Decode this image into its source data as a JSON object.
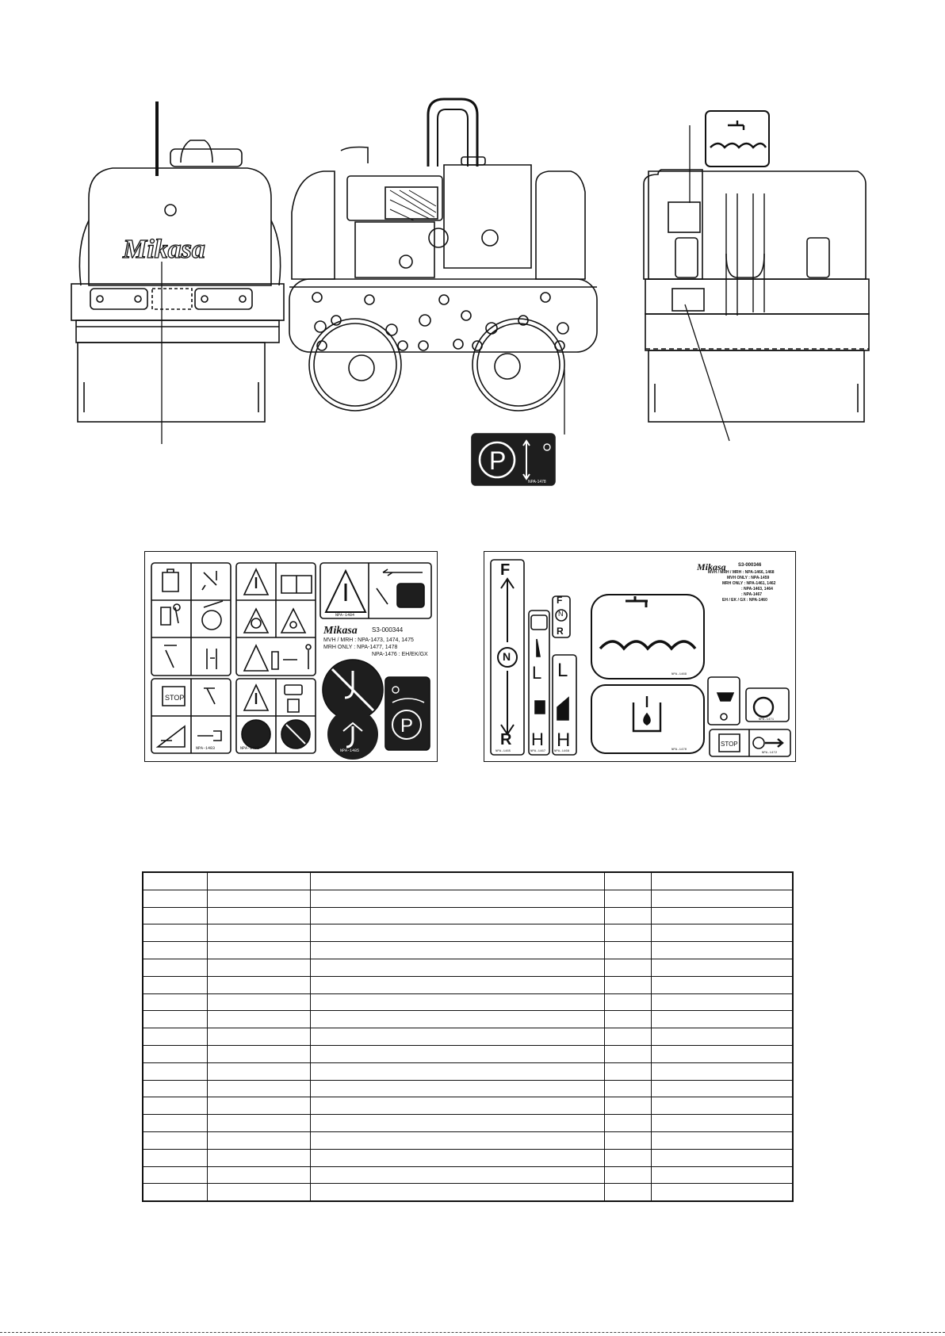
{
  "brand": "Mikasa",
  "parking_decal": {
    "part_no": "NPA-1478"
  },
  "sheet_left": {
    "part_no": "S3-000344",
    "lines": [
      "MVH / MRH   : NPA-1473, 1474, 1475",
      "MRH  ONLY : NPA-1477, 1478",
      "NPA-1476 : EH/EK/GX"
    ],
    "small_codes": [
      "NPA-1483",
      "NPA-1482",
      "NPA-1484",
      "NPA-1485"
    ],
    "stop_label": "STOP"
  },
  "sheet_right": {
    "part_no": "S3-000346",
    "lines": [
      "MVH / MRH / MRH : NPA-1466, 1468",
      "MVH ONLY : NPA-1459",
      "MRH ONLY : NPA-1461, 1462",
      ": NPA-1463, 1464",
      ": NPA-1467",
      "EH / EK / GX : NPA-1460"
    ],
    "direction_letters": {
      "forward": "F",
      "neutral": "N",
      "reverse": "R"
    },
    "speed_letters": {
      "low": "L",
      "high": "H"
    },
    "stop_label": "STOP",
    "small_codes": [
      "NPA-1465",
      "NPA-1467",
      "NPA-1468",
      "NPA-1469",
      "NPA-1470",
      "NPA-1471",
      "NPA-1472"
    ]
  },
  "parts_table": {
    "columns": 5,
    "rows": 19
  },
  "colors": {
    "ink": "#111111",
    "decal_dark": "#1e1e1e",
    "paper": "#ffffff"
  },
  "icons": [
    "parking-brake-icon",
    "water-tank-icon",
    "warning-triangle-icon",
    "manual-book-icon",
    "hook-icon",
    "no-hook-icon",
    "ear-protection-icon",
    "no-fire-icon",
    "fuel-icon",
    "key-icon",
    "stop-icon",
    "choke-icon",
    "throttle-icon"
  ]
}
